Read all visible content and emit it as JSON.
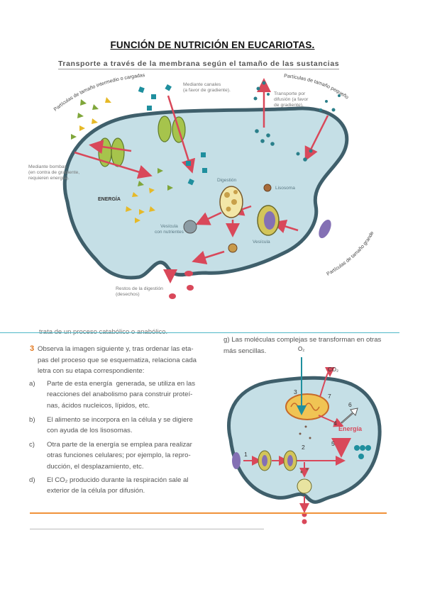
{
  "page": {
    "title": "FUNCIÓN DE NUTRICIÓN EN EUCARIOTAS.",
    "subtitle": "Transporte a través de la membrana según el tamaño de las sustancias"
  },
  "diagram1": {
    "arc_intermediate": "Partículas de tamaño intermedio o cargadas",
    "arc_small": "Partículas de tamaño pequeño",
    "arc_large": "Partículas de tamaño grande",
    "channels": "Mediante canales\n(a favor de gradiente).",
    "diffusion": "Transporte por\ndifusión (a favor\nde gradiente).",
    "pumps": "Mediante bombas\n(en contra de gradiente,\nrequieren energía).",
    "energy": "ENERGÍA",
    "digestion": "Digestión",
    "lysosome": "Lisosoma",
    "vesicle_nutrients": "Vesícula\ncon nutrientes",
    "vesicle": "Vesícula",
    "waste": "Restos de la digestión\n(desechos)"
  },
  "exercise": {
    "cut_top": "trata de un proceso catabólico o anabólico.",
    "g_item": "g) Las moléculas complejas se transforman en otras\nmás sencillas.",
    "number": "3",
    "prompt": "Observa la imagen siguiente y, tras ordenar las eta-\npas del proceso que se esquematiza, relaciona cada\nletra con su etapa correspondiente:",
    "items": [
      {
        "key": "a)",
        "text": "Parte de esta energía  generada, se utiliza en las\nreacciones del anabolismo para construir proteí-\nnas, ácidos nucleicos, lípidos, etc."
      },
      {
        "key": "b)",
        "text": "El alimento se incorpora en la célula y se digiere\ncon ayuda de los lisosomas."
      },
      {
        "key": "c)",
        "text": "Otra parte de la energía se emplea para realizar\notras funciones celulares; por ejemplo, la repro-\nducción, el desplazamiento, etc."
      },
      {
        "key": "d)",
        "text": "El CO₂ producido durante la respiración sale al\nexterior de la célula por difusión."
      }
    ]
  },
  "diagram2": {
    "o2": "O₂",
    "co2": "CO₂",
    "energy": "Energía",
    "numbers": [
      "1",
      "2",
      "3",
      "4",
      "5",
      "6",
      "7"
    ]
  },
  "colors": {
    "cell_fill": "#c5dfe6",
    "membrane": "#3f5f6b",
    "arrow": "#d9485a",
    "orange_rule": "#f0923a",
    "teal_particle": "#1f8f9e",
    "green_particle": "#7fa63a"
  }
}
